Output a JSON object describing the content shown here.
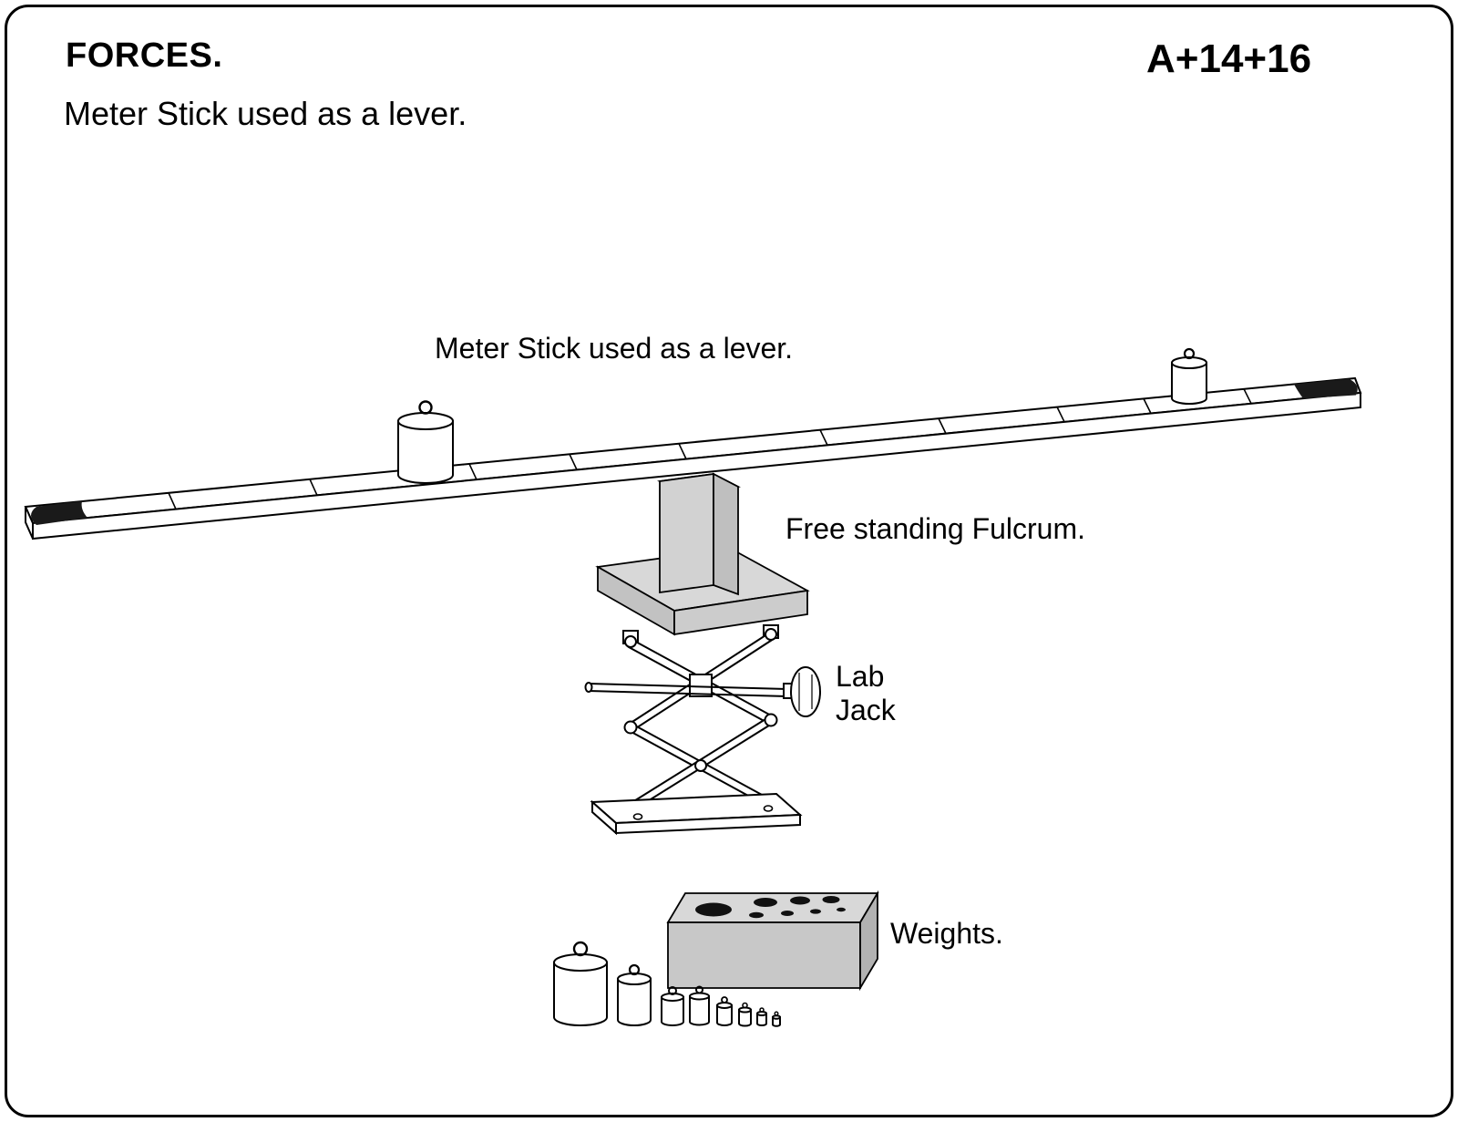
{
  "header": {
    "title": "FORCES.",
    "subtitle": "Meter Stick used as a lever.",
    "code": "A+14+16"
  },
  "diagram": {
    "meter_stick_label": "Meter Stick used as a lever.",
    "fulcrum_label": "Free standing Fulcrum.",
    "lab_jack_label_line1": "Lab",
    "lab_jack_label_line2": "Jack",
    "weights_label": "Weights."
  },
  "colors": {
    "ink": "#000000",
    "paper": "#ffffff",
    "gray_light": "#d8d8d8",
    "gray_mid": "#c8c8c8",
    "gray_dark": "#b2b2b2"
  }
}
